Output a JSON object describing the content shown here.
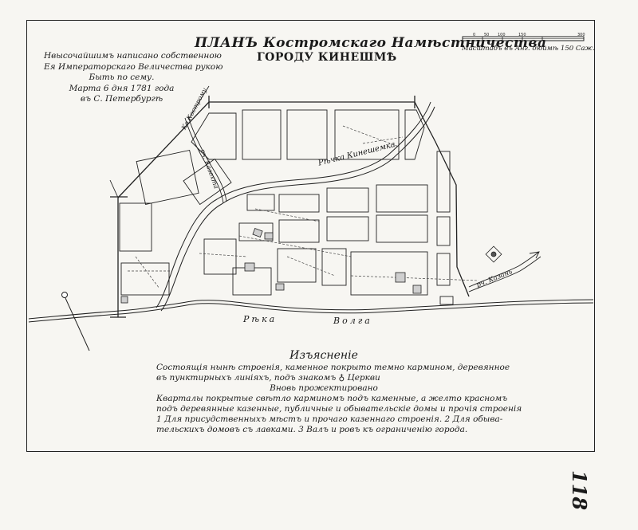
{
  "title": {
    "line1": "ПЛАНЪ Костромскаго Намѣстничества",
    "line2": "ГОРОДУ КИНЕШМѢ"
  },
  "dedication": [
    "Нвысочайшимъ написано собственною",
    "Ея Императорскаго Величества рукою",
    "Быть по сему.",
    "Марта 6 дня 1781 года",
    "въ С. Петербургѣ"
  ],
  "scale": {
    "ticks": [
      "0",
      "50",
      "100",
      "150",
      "",
      "300"
    ],
    "label": "Масштабъ въ Анг. дюймѣ 150 Саж."
  },
  "map_labels": {
    "kineshemka": "Рѣчка Кинешемка",
    "kazokhta": "рч. Казохта",
    "volga_river": "Рѣка",
    "volga_name": "Волга",
    "kostroma_road": "Ко Кострому",
    "kazan_road": "рч. Казань"
  },
  "legend": {
    "heading": "Изъясненіе",
    "lines": [
      "Состоящія нынѣ строенія, каменное покрыто темно кармином, деревянное",
      "въ пунктирныхъ линіяхъ, подъ знакомъ ♁ Церкви",
      "Вновь прожектировано",
      "Кварталы покрытые свѣтло карминомъ подъ каменные, а желто красномъ",
      "подъ деревянные казенные, публичные и обывательскіе домы и прочія строенія",
      "1 Для присудственныхъ мѣстъ и прочаго казеннаго строенія. 2 Для обыва-",
      "тельскихъ домовъ съ лавками. 3 Валъ и ровъ къ ограниченію города."
    ]
  },
  "sheet_number": "118",
  "colors": {
    "ink": "#1b1b1b",
    "paper": "#f7f6f2"
  }
}
